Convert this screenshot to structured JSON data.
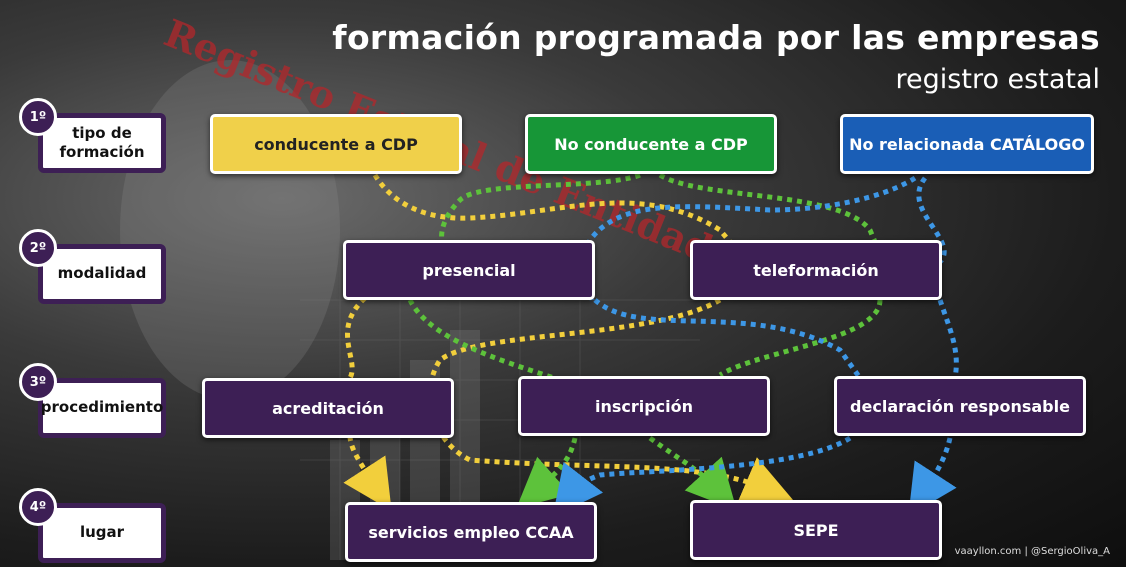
{
  "header": {
    "title": "formación programada por las empresas",
    "subtitle": "registro estatal"
  },
  "watermark": "Registro Estatal de Entidades",
  "steps": [
    {
      "num": "1º",
      "label": "tipo de formación"
    },
    {
      "num": "2º",
      "label": "modalidad"
    },
    {
      "num": "3º",
      "label": "procedimiento"
    },
    {
      "num": "4º",
      "label": "lugar"
    }
  ],
  "nodes": {
    "cdp": "conducente a CDP",
    "no_cdp": "No conducente a CDP",
    "no_catalogo": "No relacionada CATÁLOGO",
    "presencial": "presencial",
    "teleformacion": "teleformación",
    "acreditacion": "acreditación",
    "inscripcion": "inscripción",
    "declaracion": "declaración responsable",
    "ccaa": "servicios empleo CCAA",
    "sepe": "SEPE"
  },
  "footer": "vaayllon.com | @SergioOliva_A",
  "colors": {
    "purple": "#3d1f55",
    "yellow": "#f0d04a",
    "green": "#179637",
    "blue": "#1a5eb6",
    "yellow_arrow": "#f2cf3c",
    "green_arrow": "#5dc23b",
    "blue_arrow": "#3d97e6"
  }
}
